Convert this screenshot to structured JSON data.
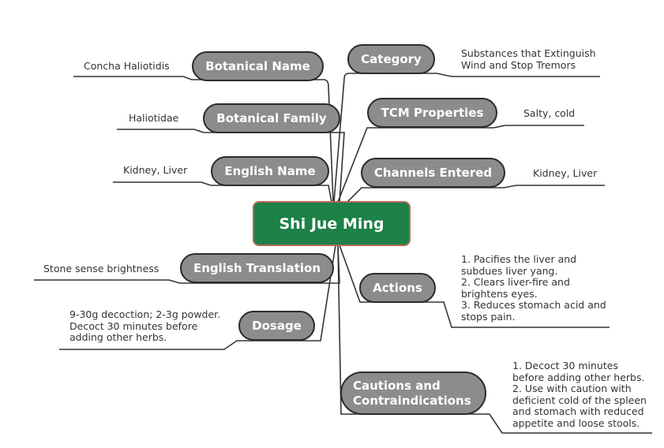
{
  "center": {
    "label": "Shi Jue Ming",
    "color": "#1d8148"
  },
  "colors": {
    "branch": "#8c8c8c",
    "line": "#333333"
  },
  "branches": {
    "botanical_name": {
      "label": "Botanical Name",
      "value": "Concha Haliotidis"
    },
    "botanical_family": {
      "label": "Botanical Family",
      "value": "Haliotidae"
    },
    "english_name": {
      "label": "English Name",
      "value": "Kidney, Liver"
    },
    "english_translation": {
      "label": "English Translation",
      "value": "Stone sense brightness"
    },
    "dosage": {
      "label": "Dosage",
      "value": "9-30g decoction; 2-3g powder.\nDecoct 30 minutes before\nadding other herbs."
    },
    "category": {
      "label": "Category",
      "value": "Substances that Extinguish\nWind and Stop Tremors"
    },
    "tcm_properties": {
      "label": "TCM Properties",
      "value": "Salty, cold"
    },
    "channels_entered": {
      "label": "Channels Entered",
      "value": "Kidney, Liver"
    },
    "actions": {
      "label": "Actions",
      "value": "1. Pacifies the liver and\nsubdues liver yang.\n2. Clears liver-fire and\nbrightens eyes.\n3. Reduces stomach acid and\nstops pain."
    },
    "cautions": {
      "label": "Cautions and\nContraindications",
      "value": "1.  Decoct 30 minutes\nbefore adding other herbs.\n2.  Use with caution with\ndeficient cold of the spleen\nand stomach with reduced\nappetite and loose stools."
    }
  }
}
